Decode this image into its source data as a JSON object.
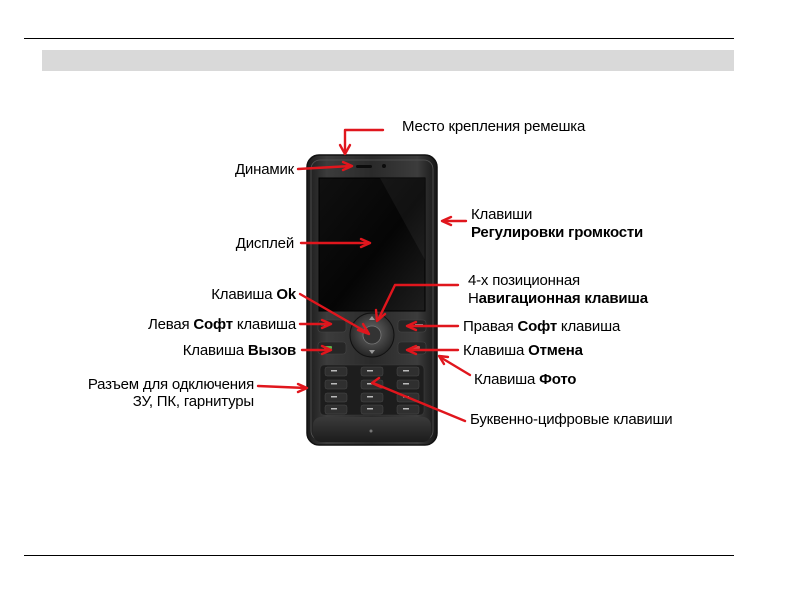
{
  "labels": {
    "strap_mount": "Место крепления ремешка",
    "speaker": "Динамик",
    "display": "Дисплей",
    "volume_keys_line1": "Клавиши",
    "volume_keys_line2": "Регулировки громкости",
    "nav_key_line1": "4-х позиционная",
    "nav_key_line2_prefix": "Н",
    "nav_key_line2_bold": "авигационная клавиша",
    "ok_key_prefix": "Клавиша ",
    "ok_key_bold": "Ok",
    "left_soft_prefix": "Левая ",
    "left_soft_bold": "Софт",
    "left_soft_suffix": " клавиша",
    "right_soft_prefix": "Правая ",
    "right_soft_bold": "Софт",
    "right_soft_suffix": " клавиша",
    "call_key_prefix": "Клавиша ",
    "call_key_bold": "Вызов",
    "end_key_prefix": "Клавиша ",
    "end_key_bold": "Отмена",
    "photo_key_prefix": "Клавиша ",
    "photo_key_bold": "Фото",
    "connector_line1": "Разъем для одключения",
    "connector_line2": "ЗУ, ПК, гарнитуры",
    "alnum_keys": "Буквенно-цифровые клавиши"
  },
  "colors": {
    "arrow": "#e0161d",
    "band": "#d9d9d9",
    "phone_body": "#2b2b2b"
  }
}
